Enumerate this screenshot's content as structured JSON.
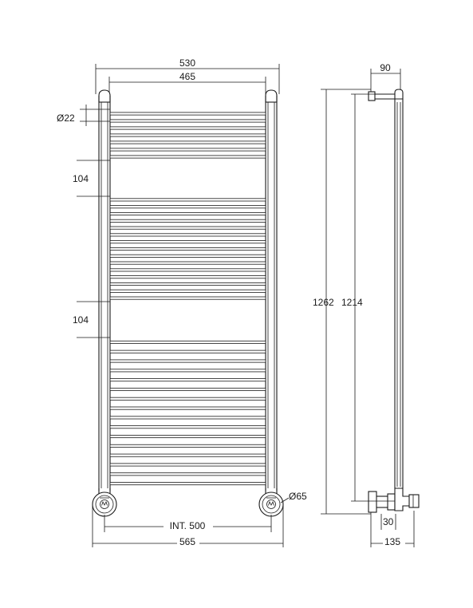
{
  "front_view": {
    "dims": {
      "overall_top": "530",
      "inner_top": "465",
      "tube_diameter": "Ø22",
      "gap_upper": "104",
      "gap_lower": "104",
      "valve_diameter": "Ø65",
      "interaxis": "INT. 500",
      "overall_bottom": "565"
    },
    "bar_groups": [
      {
        "name": "top-group",
        "count": 7
      },
      {
        "name": "middle-group",
        "count": 15
      },
      {
        "name": "bottom-group",
        "count": 16
      }
    ]
  },
  "side_view": {
    "dims": {
      "top_depth": "90",
      "total_height": "1262",
      "interaxis_height": "1214",
      "valve_offset": "30",
      "bottom_depth": "135"
    }
  },
  "colors": {
    "line": "#1a1a1a",
    "background": "#ffffff"
  }
}
